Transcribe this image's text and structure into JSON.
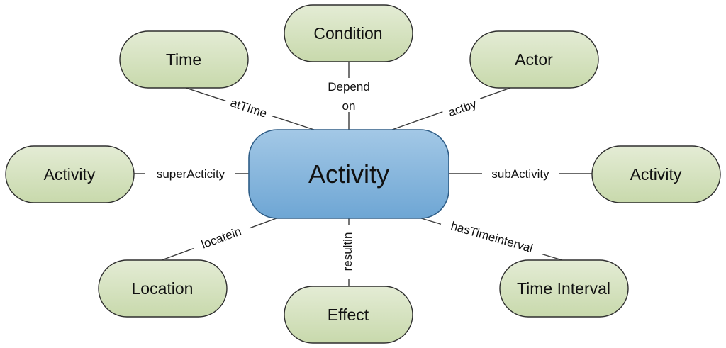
{
  "center": {
    "label": "Activity"
  },
  "nodes": {
    "condition": "Condition",
    "time": "Time",
    "actor": "Actor",
    "activity_left": "Activity",
    "activity_right": "Activity",
    "location": "Location",
    "effect": "Effect",
    "time_interval": "Time Interval"
  },
  "edges": {
    "depend_on_1": "Depend",
    "depend_on_2": "on",
    "at_time": "atTIme",
    "actby": "actby",
    "super_activity": "superActicity",
    "sub_activity": "subActivity",
    "locatein": "locatein",
    "resultin": "resultin",
    "has_time_interval": "hasTimeinterval"
  },
  "colors": {
    "node_fill_top": "#e4ecd5",
    "node_fill_bottom": "#c8d9ac",
    "center_fill_top": "#a3c8e6",
    "center_fill_bottom": "#6ea6d4"
  }
}
